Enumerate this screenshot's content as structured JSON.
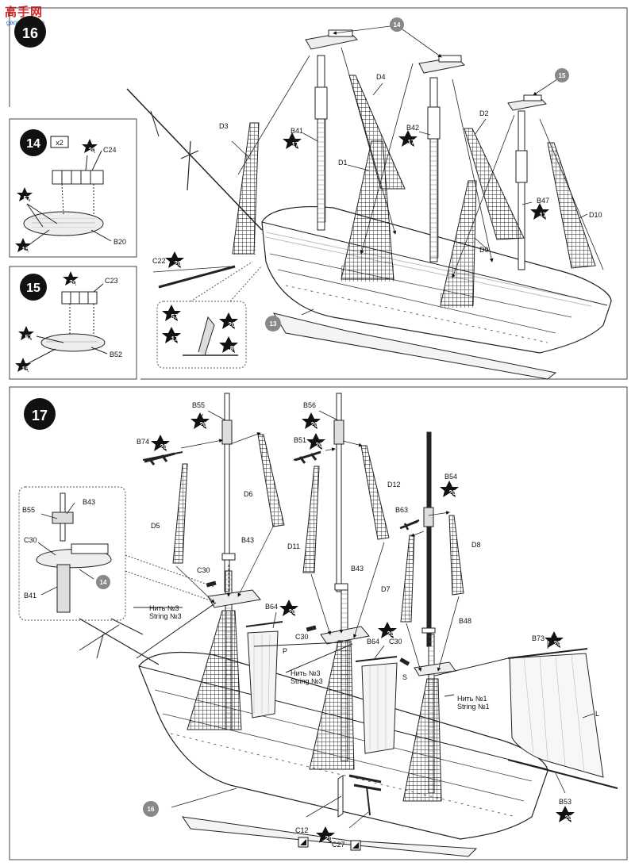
{
  "watermark": {
    "title": "高手网",
    "url": "gaoshou.com"
  },
  "step16": {
    "number": "16"
  },
  "step14": {
    "number": "14",
    "multiplier": "x2",
    "parts": [
      "C24",
      "B20"
    ],
    "paints": [
      "20",
      "57",
      "15"
    ]
  },
  "step15": {
    "number": "15",
    "parts": [
      "C23",
      "B52"
    ],
    "paints": [
      "20",
      "57",
      "15"
    ]
  },
  "top_parts": {
    "D3": "D3",
    "D4": "D4",
    "D1": "D1",
    "D2": "D2",
    "D9": "D9",
    "D10": "D10",
    "B41": "B41",
    "B42": "B42",
    "B47": "B47",
    "C22": "C22"
  },
  "top_paints": {
    "p17a": "17",
    "p17b": "17",
    "p17c": "17",
    "c22": "20",
    "d57": "57",
    "d20": "20",
    "d17": "17",
    "d8": "8"
  },
  "top_refs": {
    "r14": "14",
    "r15": "15",
    "r13": "13"
  },
  "step17": {
    "number": "17"
  },
  "bottom_parts": {
    "B55": "B55",
    "B56": "B56",
    "B74": "B74",
    "B51": "B51",
    "B54": "B54",
    "D6": "D6",
    "D12": "D12",
    "D5": "D5",
    "B63": "B63",
    "D8": "D8",
    "D11": "D11",
    "B43a": "B43",
    "B43b": "B43",
    "D7": "D7",
    "C30a": "C30",
    "B64a": "B64",
    "C30b": "C30",
    "B64b": "B64",
    "C30c": "C30",
    "B48": "B48",
    "B73": "B73",
    "P": "P",
    "S": "S",
    "L": "L",
    "B53": "B53",
    "C12": "C12",
    "C27": "C27",
    "inset_B55": "B55",
    "inset_B43": "B43",
    "inset_C30": "C30",
    "inset_B41": "B41"
  },
  "strings": {
    "s3a_ru": "Нить №3",
    "s3a_en": "String №3",
    "s3b_ru": "Нить №3",
    "s3b_en": "String №3",
    "s1_ru": "Нить №1",
    "s1_en": "String №1"
  },
  "bottom_paints": {
    "b55": "20",
    "b56": "20",
    "b74": "20",
    "b51": "20",
    "b54": "20",
    "b64a": "20",
    "b64b": "20",
    "b73": "20",
    "b53": "20",
    "c12": "20"
  },
  "bottom_refs": {
    "r14": "14",
    "r16": "16"
  }
}
